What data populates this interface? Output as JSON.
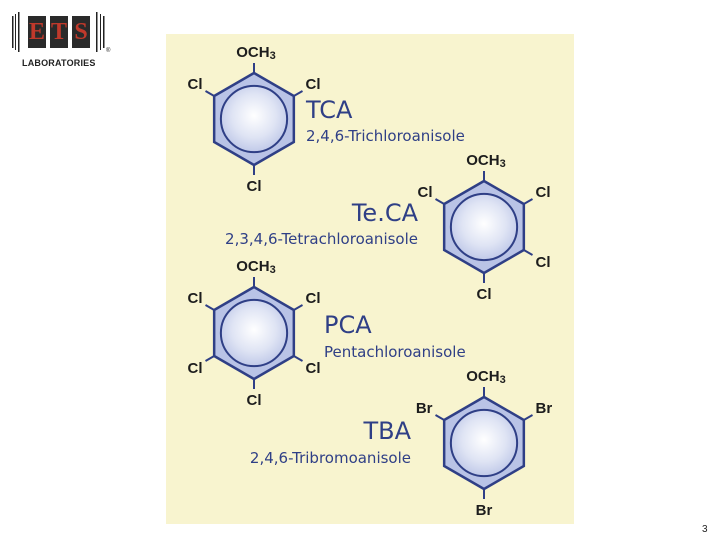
{
  "logo": {
    "letters": [
      "E",
      "T",
      "S"
    ],
    "subtitle": "LABORATORIES",
    "registered": "®"
  },
  "molecules": [
    {
      "abbr": "TCA",
      "name": "2,4,6-Trichloroanisole",
      "substituents": {
        "top": "OCH3",
        "upper_left": "Cl",
        "upper_right": "Cl",
        "bottom": "Cl"
      }
    },
    {
      "abbr": "Te.CA",
      "name": "2,3,4,6-Tetrachloroanisole",
      "substituents": {
        "top": "OCH3",
        "upper_left": "Cl",
        "upper_right": "Cl",
        "lower_right": "Cl",
        "bottom": "Cl"
      }
    },
    {
      "abbr": "PCA",
      "name": "Pentachloroanisole",
      "substituents": {
        "top": "OCH3",
        "upper_left": "Cl",
        "upper_right": "Cl",
        "lower_left": "Cl",
        "lower_right": "Cl",
        "bottom": "Cl"
      }
    },
    {
      "abbr": "TBA",
      "name": "2,4,6-Tribromoanisole",
      "substituents": {
        "top": "OCH3",
        "upper_left": "Br",
        "upper_right": "Br",
        "bottom": "Br"
      }
    }
  ],
  "page_number": "3",
  "colors": {
    "panel_bg": "#f8f4cf",
    "ring_fill": "#b9c3e6",
    "ring_stroke": "#2f3f86",
    "name_text": "#2f3f86"
  }
}
